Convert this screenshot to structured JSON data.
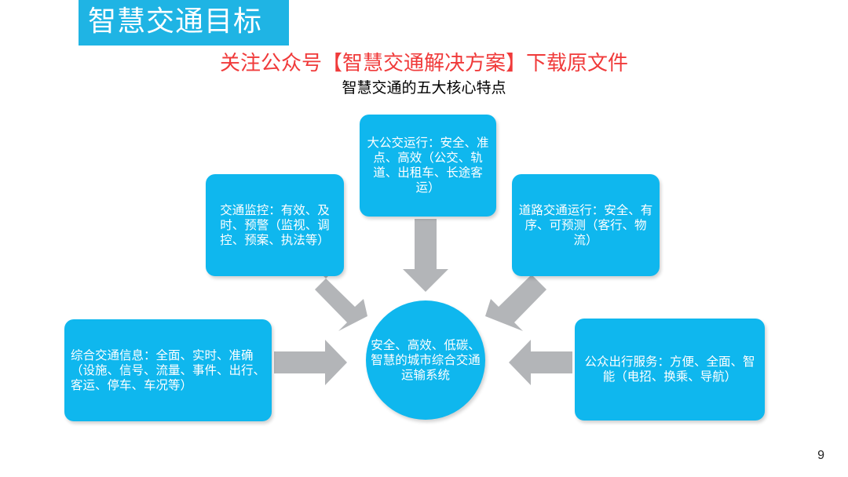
{
  "slide": {
    "title": "智慧交通目标",
    "promo": "关注公众号【智慧交通解决方案】下载原文件",
    "subtitle": "智慧交通的五大核心特点",
    "page_number": "9"
  },
  "diagram": {
    "center": "安全、高效、低碳、智慧的城市综合交通运输系统",
    "top": "大公交运行：安全、准点、高效（公交、轨道、出租车、长途客运）",
    "top_left": "交通监控：有效、及时、预警（监视、调控、预案、执法等）",
    "top_right": "道路交通运行：安全、有序、可预测（客行、物流）",
    "left": "综合交通信息：全面、实时、准确（设施、信号、流量、事件、出行、客运、停车、车况等）",
    "right": "公众出行服务：方便、全面、智能（电招、换乘、导航）"
  },
  "colors": {
    "title_bar": "#1fb4e4",
    "box": "#0fb7ee",
    "arrow": "#b3b5b8",
    "promo": "#f03a3a"
  }
}
